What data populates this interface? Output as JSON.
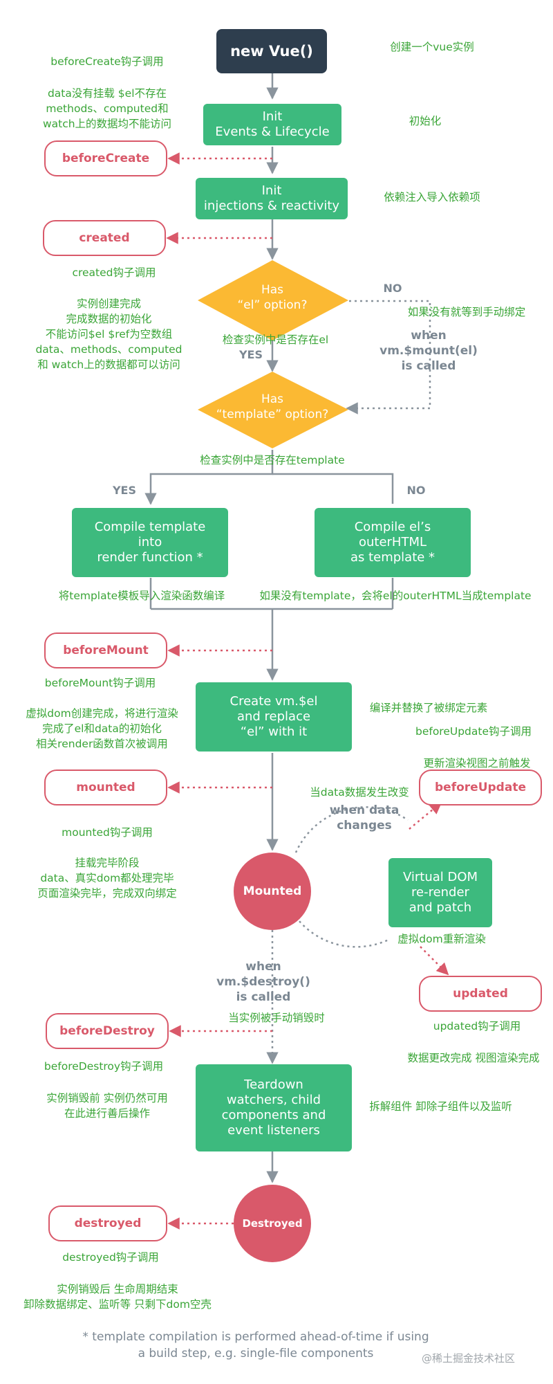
{
  "diagram": {
    "new_vue": "new Vue()",
    "init_events": "Init\nEvents & Lifecycle",
    "init_injections": "Init\ninjections & reactivity",
    "has_el": "Has\n“el” option?",
    "has_template": "Has\n“template” option?",
    "compile_template": "Compile template\ninto\nrender function *",
    "compile_el": "Compile el’s\nouterHTML\nas template *",
    "create_vm": "Create vm.$el\nand replace\n“el” with it",
    "virtual_dom": "Virtual DOM\nre-render\nand patch",
    "teardown": "Teardown\nwatchers, child\ncomponents and\nevent listeners",
    "mounted_state": "Mounted",
    "destroyed_state": "Destroyed",
    "no_label_1": "NO",
    "yes_label_1": "YES",
    "yes_label_2": "YES",
    "no_label_2": "NO",
    "when_mount": "when\nvm.$mount(el)\nis called",
    "when_data_changes": "when data\nchanges",
    "when_destroy": "when\nvm.$destroy()\nis called",
    "footnote": "* template compilation is performed ahead-of-time if using\na build step, e.g. single-file components"
  },
  "hooks": {
    "before_create": "beforeCreate",
    "created": "created",
    "before_mount": "beforeMount",
    "mounted": "mounted",
    "before_update": "beforeUpdate",
    "updated": "updated",
    "before_destroy": "beforeDestroy",
    "destroyed": "destroyed"
  },
  "annotations": {
    "create_instance": "创建一个vue实例",
    "before_create_call": "beforeCreate钩子调用",
    "before_create_desc": "data没有挂载 $el不存在\nmethods、computed和\nwatch上的数据均不能访问",
    "initialize": "初始化",
    "dependency_injection": "依赖注入导入依赖项",
    "created_call": "created钩子调用",
    "created_desc": "实例创建完成\n完成数据的初始化\n不能访问$el  $ref为空数组\ndata、methods、computed\n和 watch上的数据都可以访问",
    "manual_bind": "如果没有就等到手动绑定",
    "check_el": "检查实例中是否存在el",
    "check_template": "检查实例中是否存在template",
    "compile_note": "将template模板导入渲染函数编译",
    "outer_html_note": "如果没有template，会将el的outerHTML当成template",
    "before_mount_call": "beforeMount钩子调用",
    "before_mount_desc": "虚拟dom创建完成，将进行渲染\n完成了el和data的初始化\n相关render函数首次被调用",
    "compile_replace": "编译并替换了被绑定元素",
    "before_update_call": "beforeUpdate钩子调用",
    "before_render": "更新渲染视图之前触发",
    "data_change": "当data数据发生改变",
    "mounted_call": "mounted钩子调用",
    "mounted_desc": "挂载完毕阶段\ndata、真实dom都处理完毕\n页面渲染完毕，完成双向绑定",
    "vdom_rerender": "虚拟dom重新渲染",
    "manual_destroy": "当实例被手动销毁时",
    "updated_call": "updated钩子调用",
    "update_complete": "数据更改完成 视图渲染完成",
    "before_destroy_call": "beforeDestroy钩子调用",
    "before_destroy_desc": "实例销毁前 实例仍然可用\n在此进行善后操作",
    "teardown_desc": "拆解组件 卸除子组件以及监听",
    "destroyed_call": "destroyed钩子调用",
    "destroyed_desc": "实例销毁后 生命周期结束\n卸除数据绑定、监听等 只剩下dom空壳"
  },
  "watermark": "@稀土掘金技术社区",
  "colors": {
    "green": "#3dba7e",
    "navy": "#2e3e4e",
    "red": "#d9596a",
    "yellow": "#fbb933",
    "annotation_green": "#3aa537",
    "gray": "#7b8792"
  }
}
